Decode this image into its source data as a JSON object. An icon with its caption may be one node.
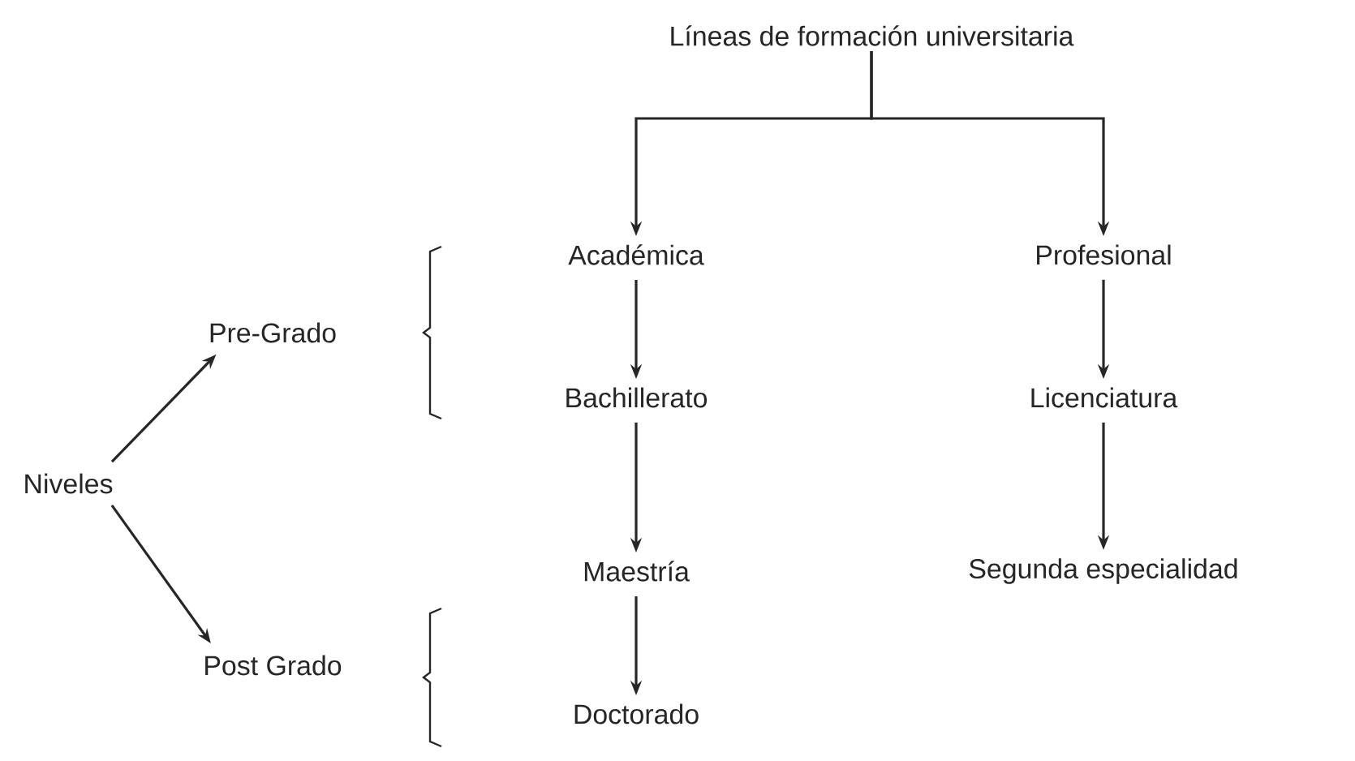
{
  "diagram": {
    "nodes": [
      {
        "text": [
          "Líneas de formación universitaria"
        ]
      },
      {
        "text": [
          "Académica"
        ]
      },
      {
        "text": [
          "Profesional"
        ]
      },
      {
        "text": [
          "Bachillerato"
        ]
      },
      {
        "text": [
          "Licenciatura"
        ]
      },
      {
        "text": [
          "Maestría"
        ]
      },
      {
        "text": [
          "Segunda especialidad"
        ]
      },
      {
        "text": [
          "Doctorado"
        ]
      },
      {
        "text": [
          "Niveles"
        ]
      },
      {
        "text": [
          "Pre-Grado"
        ]
      },
      {
        "text": [
          "Post Grado"
        ]
      }
    ],
    "edges": [
      {
        "from": 0,
        "to": 1,
        "arrow": "to"
      },
      {
        "from": 0,
        "to": 2,
        "arrow": "to"
      },
      {
        "from": 1,
        "to": 3,
        "arrow": "to"
      },
      {
        "from": 3,
        "to": 5,
        "arrow": "to"
      },
      {
        "from": 5,
        "to": 7,
        "arrow": "to"
      },
      {
        "from": 2,
        "to": 4,
        "arrow": "to"
      },
      {
        "from": 4,
        "to": 6,
        "arrow": "to"
      },
      {
        "from": 8,
        "to": 9,
        "arrow": "to"
      },
      {
        "from": 8,
        "to": 10,
        "arrow": "to"
      }
    ]
  }
}
